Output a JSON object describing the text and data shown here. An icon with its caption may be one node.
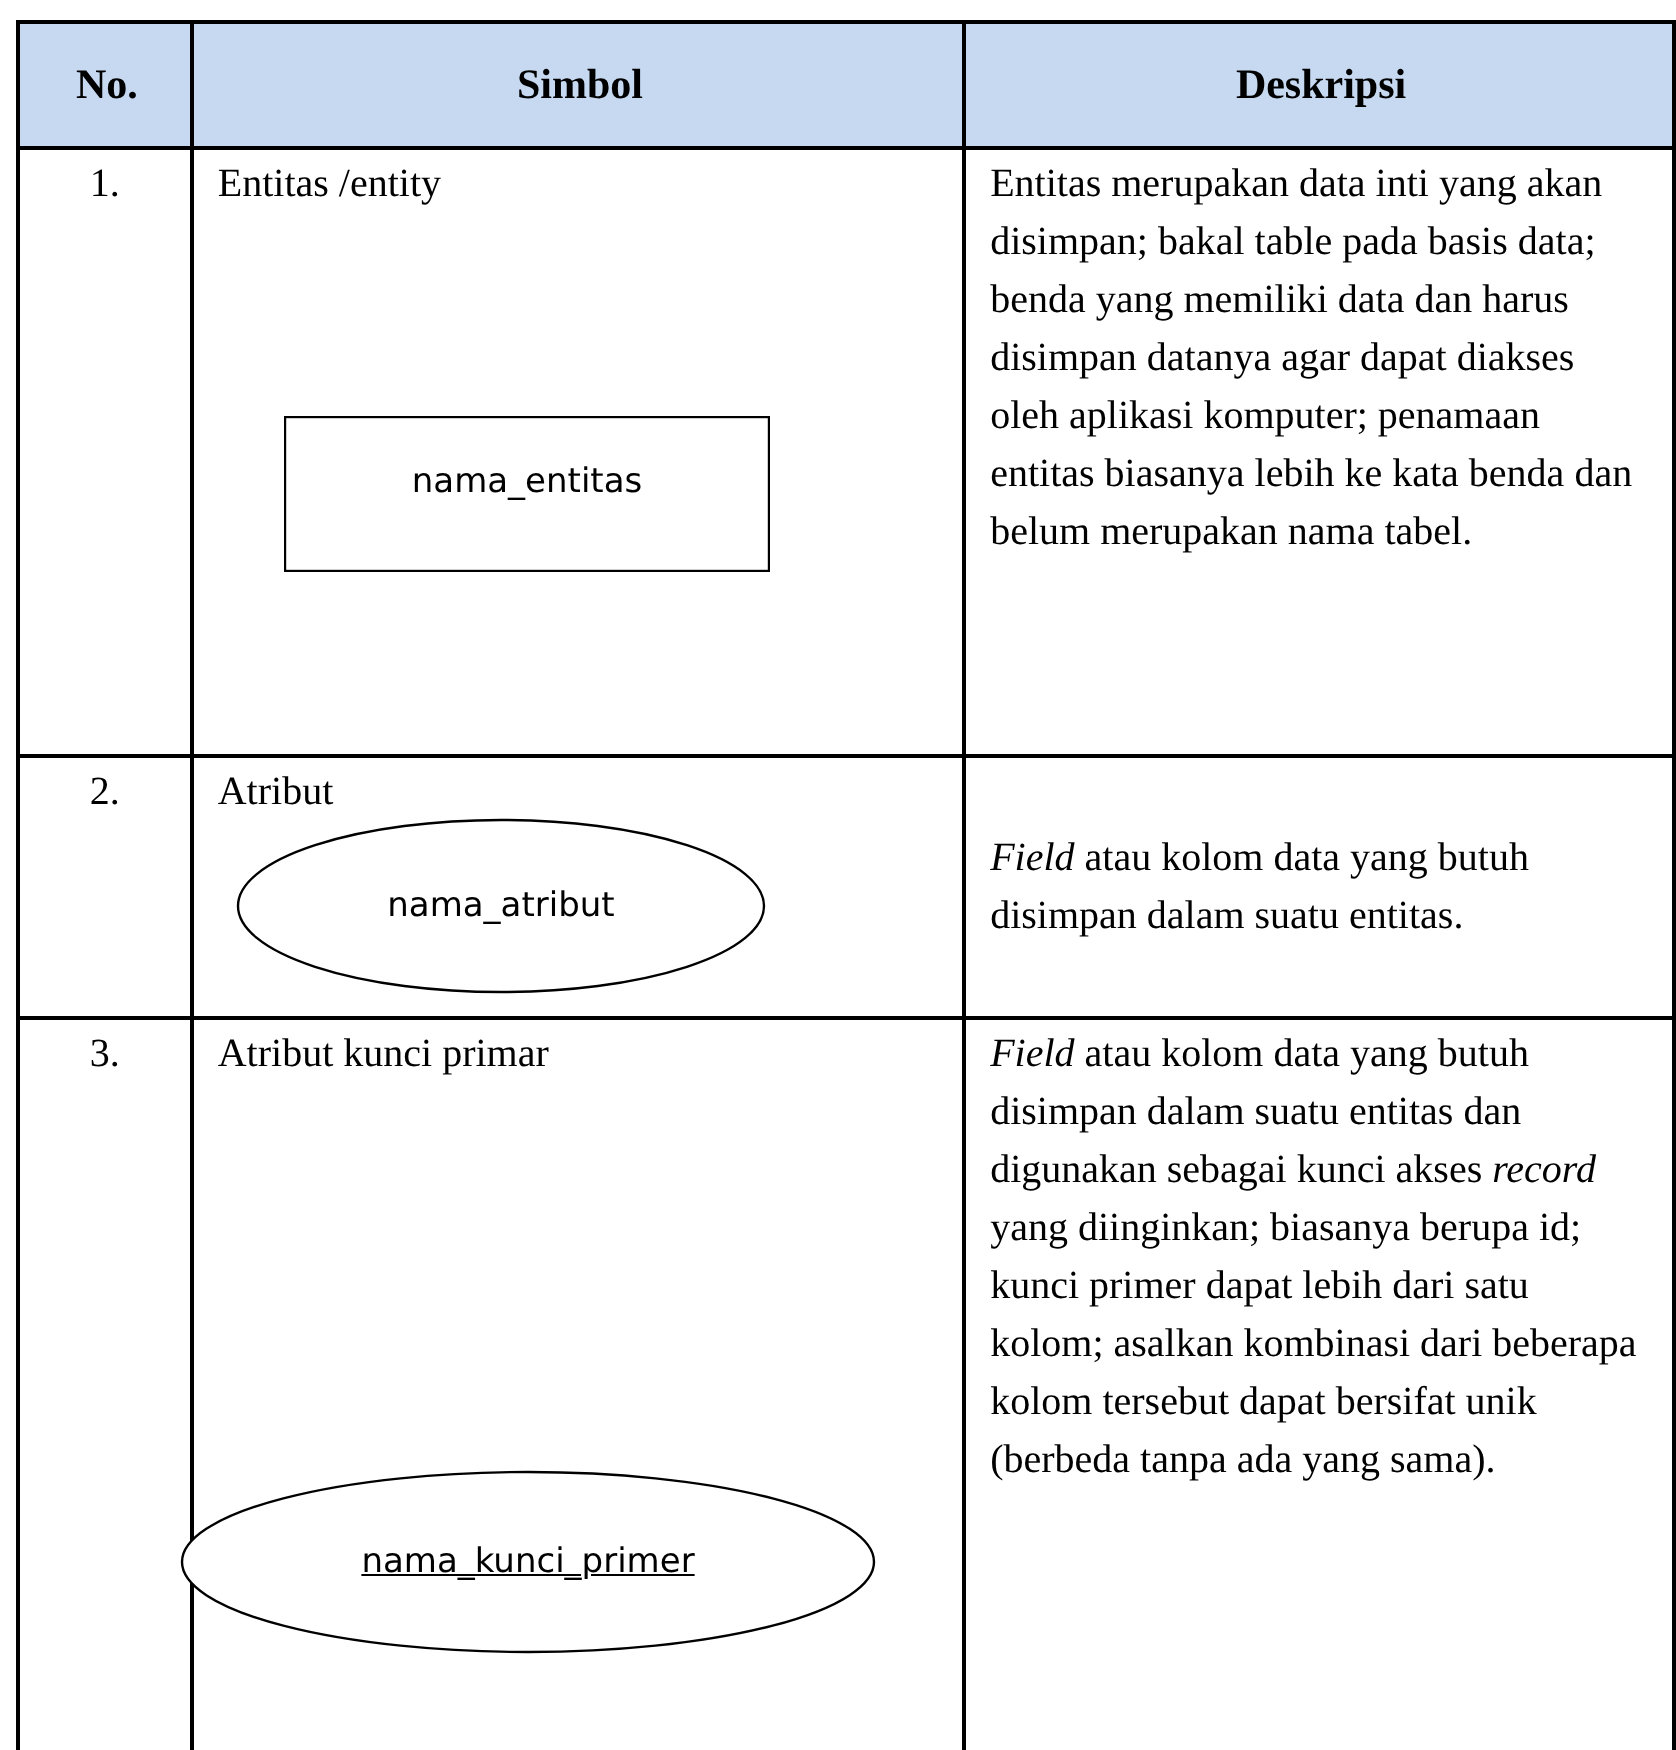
{
  "diagram": {
    "nodes": [
      {
        "text": [
          "nama_entitas"
        ]
      },
      {
        "text": [
          "nama_atribut"
        ]
      },
      {
        "text": [
          "nama_kunci_primer"
        ]
      }
    ],
    "labels": [
      "No.",
      "Simbol",
      "Deskripsi",
      "1.",
      "Entitas /entity",
      "Entitas merupakan data inti yang akan disimpan; bakal table pada basis data; benda yang memiliki data dan harus disimpan datanya agar dapat diakses oleh aplikasi komputer; penamaan entitas biasanya lebih ke kata benda dan belum merupakan nama tabel.",
      "2.",
      "Atribut",
      "*Field* atau kolom data yang butuh disimpan dalam suatu entitas.",
      "3.",
      "Atribut kunci primar",
      "*Field* atau kolom data yang butuh disimpan dalam suatu entitas dan digunakan sebagai kunci akses *record* yang diinginkan; biasanya berupa id; kunci primer dapat lebih dari satu kolom; asalkan kombinasi dari beberapa kolom tersebut dapat bersifat unik (berbeda tanpa ada yang sama)."
    ]
  }
}
